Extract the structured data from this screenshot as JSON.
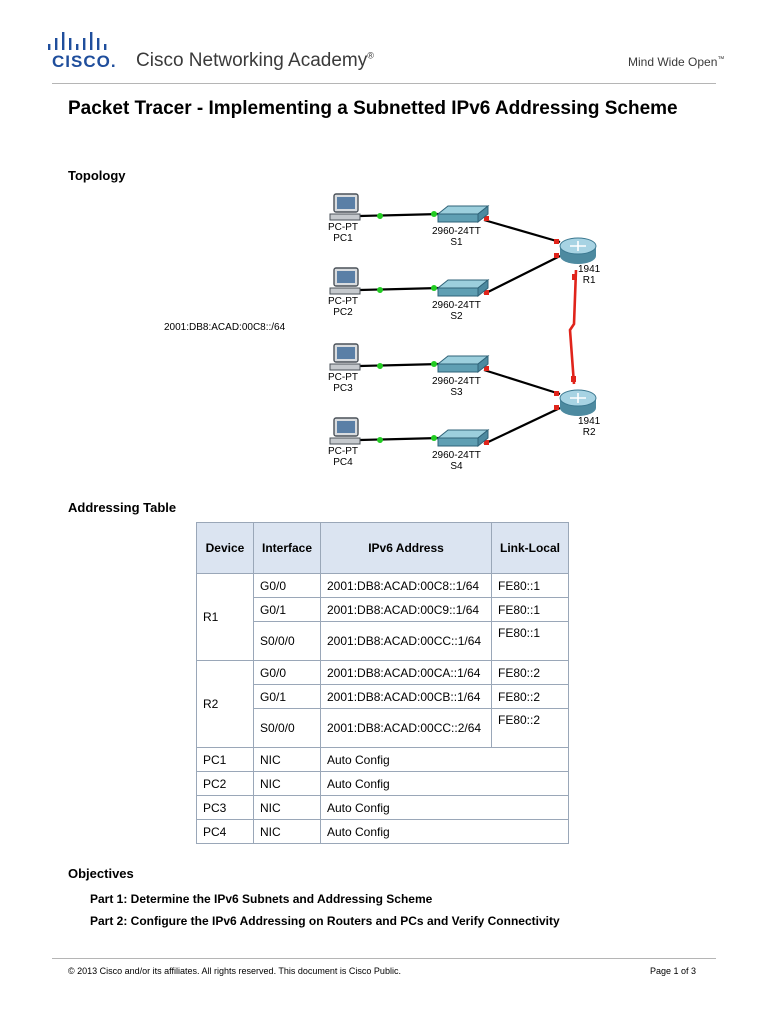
{
  "header": {
    "logo_text": "CISCO",
    "logo_dot": ".",
    "academy_name": "Cisco Networking Academy",
    "academy_mark": "®",
    "tagline": "Mind Wide Open",
    "tagline_mark": "™"
  },
  "document": {
    "title": "Packet Tracer - Implementing a Subnetted IPv6 Addressing Scheme"
  },
  "topology": {
    "heading": "Topology",
    "subnet_label": "2001:DB8:ACAD:00C8::/64",
    "devices": [
      {
        "id": "pc1",
        "model": "PC-PT",
        "name": "PC1"
      },
      {
        "id": "pc2",
        "model": "PC-PT",
        "name": "PC2"
      },
      {
        "id": "pc3",
        "model": "PC-PT",
        "name": "PC3"
      },
      {
        "id": "pc4",
        "model": "PC-PT",
        "name": "PC4"
      },
      {
        "id": "s1",
        "model": "2960-24TT",
        "name": "S1"
      },
      {
        "id": "s2",
        "model": "2960-24TT",
        "name": "S2"
      },
      {
        "id": "s3",
        "model": "2960-24TT",
        "name": "S3"
      },
      {
        "id": "s4",
        "model": "2960-24TT",
        "name": "S4"
      },
      {
        "id": "r1",
        "model": "1941",
        "name": "R1"
      },
      {
        "id": "r2",
        "model": "1941",
        "name": "R2"
      }
    ],
    "colors": {
      "link": "#000000",
      "serial": "#e0241b",
      "port_up": "#22cc22",
      "port_down": "#e0241b",
      "switch": "#5f9fb3",
      "router": "#6ea9c7"
    }
  },
  "addressing": {
    "heading": "Addressing Table",
    "columns": [
      "Device",
      "Interface",
      "IPv6 Address",
      "Link-Local"
    ],
    "rows": [
      {
        "device": "R1",
        "interface": "G0/0",
        "ipv6": "2001:DB8:ACAD:00C8::1/64",
        "link_local": "FE80::1"
      },
      {
        "device": "",
        "interface": "G0/1",
        "ipv6": "2001:DB8:ACAD:00C9::1/64",
        "link_local": "FE80::1"
      },
      {
        "device": "",
        "interface": "S0/0/0",
        "ipv6": "2001:DB8:ACAD:00CC::1/64",
        "link_local": "FE80::1"
      },
      {
        "device": "R2",
        "interface": "G0/0",
        "ipv6": "2001:DB8:ACAD:00CA::1/64",
        "link_local": "FE80::2"
      },
      {
        "device": "",
        "interface": "G0/1",
        "ipv6": "2001:DB8:ACAD:00CB::1/64",
        "link_local": "FE80::2"
      },
      {
        "device": "",
        "interface": "S0/0/0",
        "ipv6": "2001:DB8:ACAD:00CC::2/64",
        "link_local": "FE80::2"
      },
      {
        "device": "PC1",
        "interface": "NIC",
        "ipv6": "Auto Config",
        "link_local": ""
      },
      {
        "device": "PC2",
        "interface": "NIC",
        "ipv6": "Auto Config",
        "link_local": ""
      },
      {
        "device": "PC3",
        "interface": "NIC",
        "ipv6": "Auto Config",
        "link_local": ""
      },
      {
        "device": "PC4",
        "interface": "NIC",
        "ipv6": "Auto Config",
        "link_local": ""
      }
    ]
  },
  "objectives": {
    "heading": "Objectives",
    "items": [
      "Part 1: Determine the IPv6 Subnets and Addressing Scheme",
      "Part 2: Configure the IPv6 Addressing on Routers and PCs and Verify Connectivity"
    ]
  },
  "footer": {
    "copyright": "© 2013 Cisco and/or its affiliates. All rights reserved. This document is Cisco Public.",
    "page": "Page 1 of 3"
  }
}
